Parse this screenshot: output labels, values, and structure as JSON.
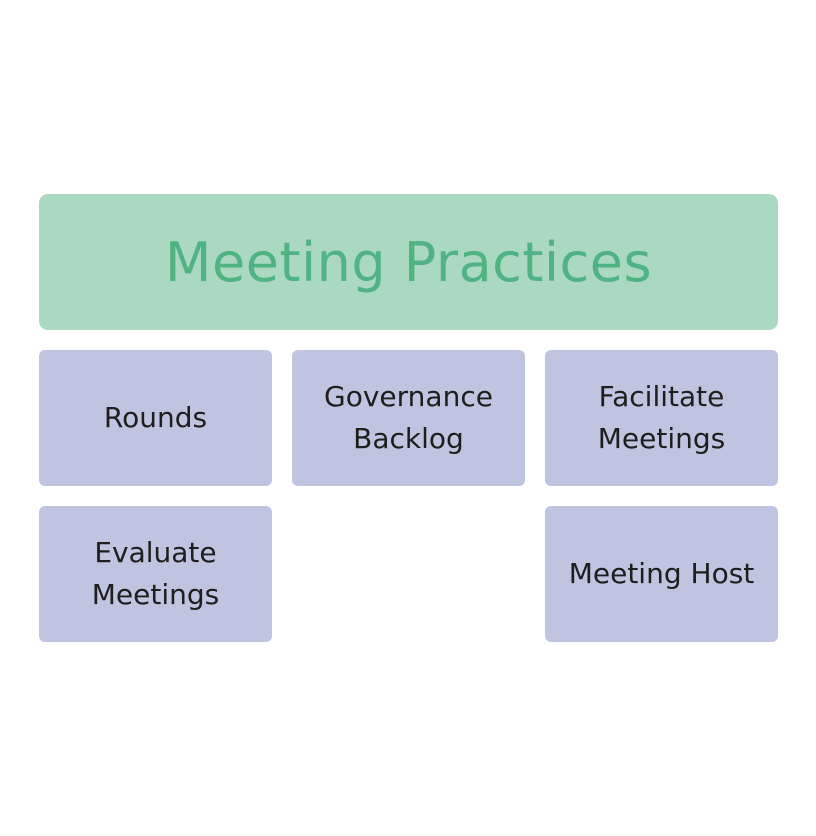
{
  "header": {
    "title": "Meeting Practices"
  },
  "cards": [
    {
      "label": "Rounds"
    },
    {
      "label": "Governance\nBacklog"
    },
    {
      "label": "Facilitate\nMeetings"
    },
    {
      "label": "Evaluate\nMeetings"
    },
    {
      "label": "Meeting Host"
    }
  ],
  "colors": {
    "header_fill": "#abd8c0",
    "header_text": "#4fb383",
    "card_fill": "#bfc5e0",
    "card_text": "#1e1e1e"
  }
}
